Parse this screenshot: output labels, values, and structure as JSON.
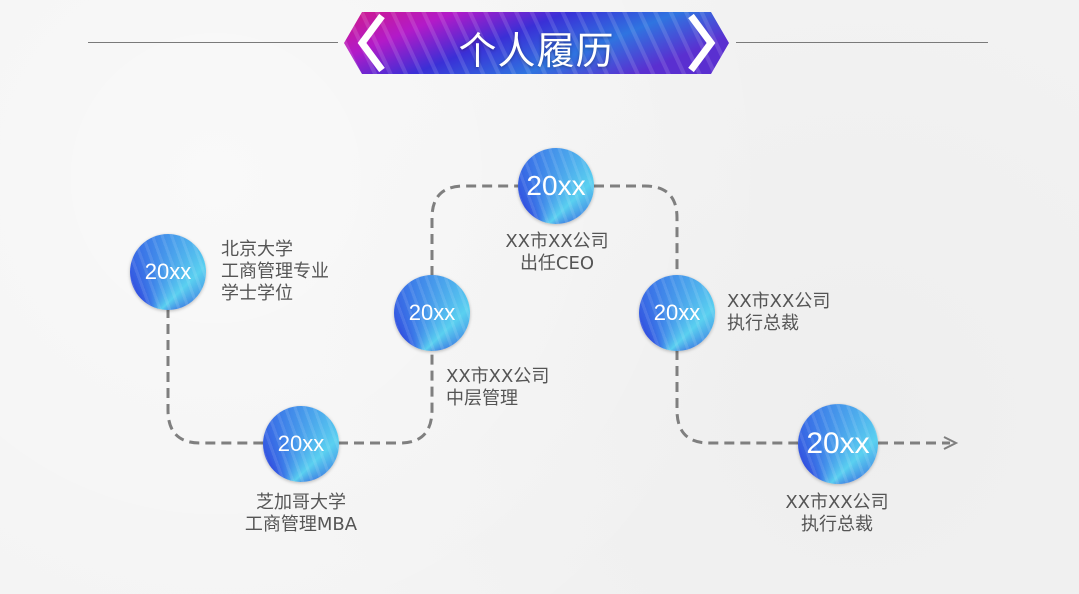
{
  "header": {
    "title": "个人履历"
  },
  "colors": {
    "path": "#7f7f7f",
    "text": "#555555",
    "accent_magenta": "#c8107a",
    "accent_blue": "#2a2dd8"
  },
  "timeline": [
    {
      "year": "20xx",
      "lines": [
        "北京大学",
        "工商管理专业",
        "学士学位"
      ]
    },
    {
      "year": "20xx",
      "lines": [
        "芝加哥大学",
        "工商管理MBA"
      ]
    },
    {
      "year": "20xx",
      "lines": [
        "XX市XX公司",
        "中层管理"
      ]
    },
    {
      "year": "20xx",
      "lines": [
        "XX市XX公司",
        "出任CEO"
      ]
    },
    {
      "year": "20xx",
      "lines": [
        "XX市XX公司",
        "执行总裁"
      ]
    },
    {
      "year": "20xx",
      "lines": [
        "XX市XX公司",
        "执行总裁"
      ]
    }
  ]
}
